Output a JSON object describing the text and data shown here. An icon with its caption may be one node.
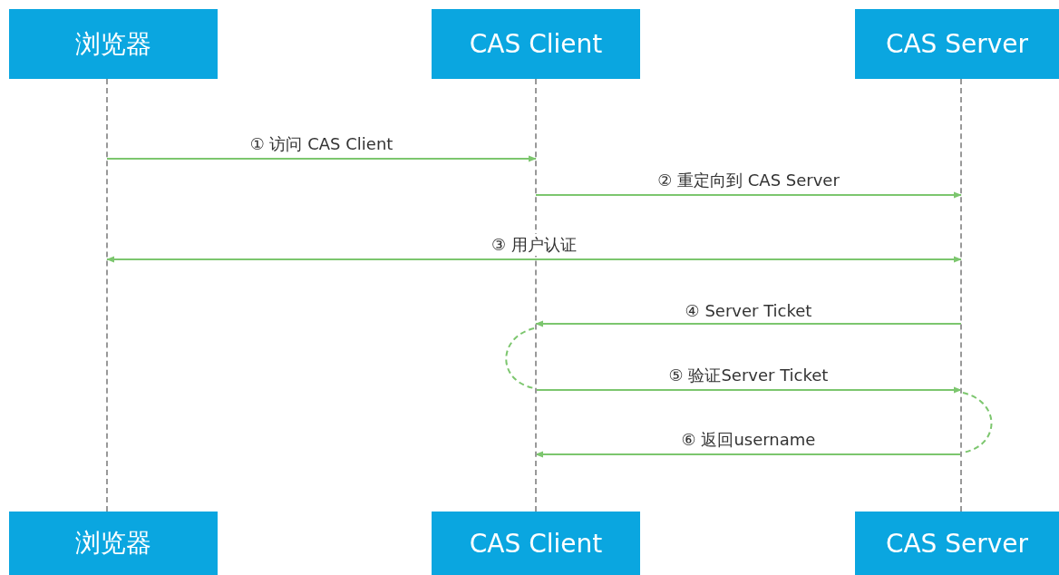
{
  "diagram": {
    "nodes": [
      {
        "text": [
          "浏览器"
        ]
      },
      {
        "text": [
          "CAS Client"
        ]
      },
      {
        "text": [
          "CAS Server"
        ]
      },
      {
        "text": [],
        "shape": "line"
      },
      {
        "text": [],
        "shape": "line"
      },
      {
        "text": [],
        "shape": "line"
      },
      {
        "text": [
          "浏览器"
        ]
      },
      {
        "text": [
          "CAS Client"
        ]
      },
      {
        "text": [
          "CAS Server"
        ]
      }
    ],
    "edges": [
      {
        "from": 3,
        "to": 4,
        "arrow": "to",
        "label": "① 访问 CAS Client"
      },
      {
        "from": 4,
        "to": 5,
        "arrow": "to",
        "label": "② 重定向到 CAS Server"
      },
      {
        "from": 3,
        "to": 5,
        "arrow": "both",
        "label": "③ 用户认证"
      },
      {
        "from": 5,
        "to": 4,
        "arrow": "to",
        "label": "④ Server Ticket"
      },
      {
        "from": 4,
        "to": 5,
        "arrow": "to",
        "label": "⑤ 验证Server Ticket"
      },
      {
        "from": 5,
        "to": 4,
        "arrow": "to",
        "label": "⑥ 返回username"
      }
    ]
  }
}
